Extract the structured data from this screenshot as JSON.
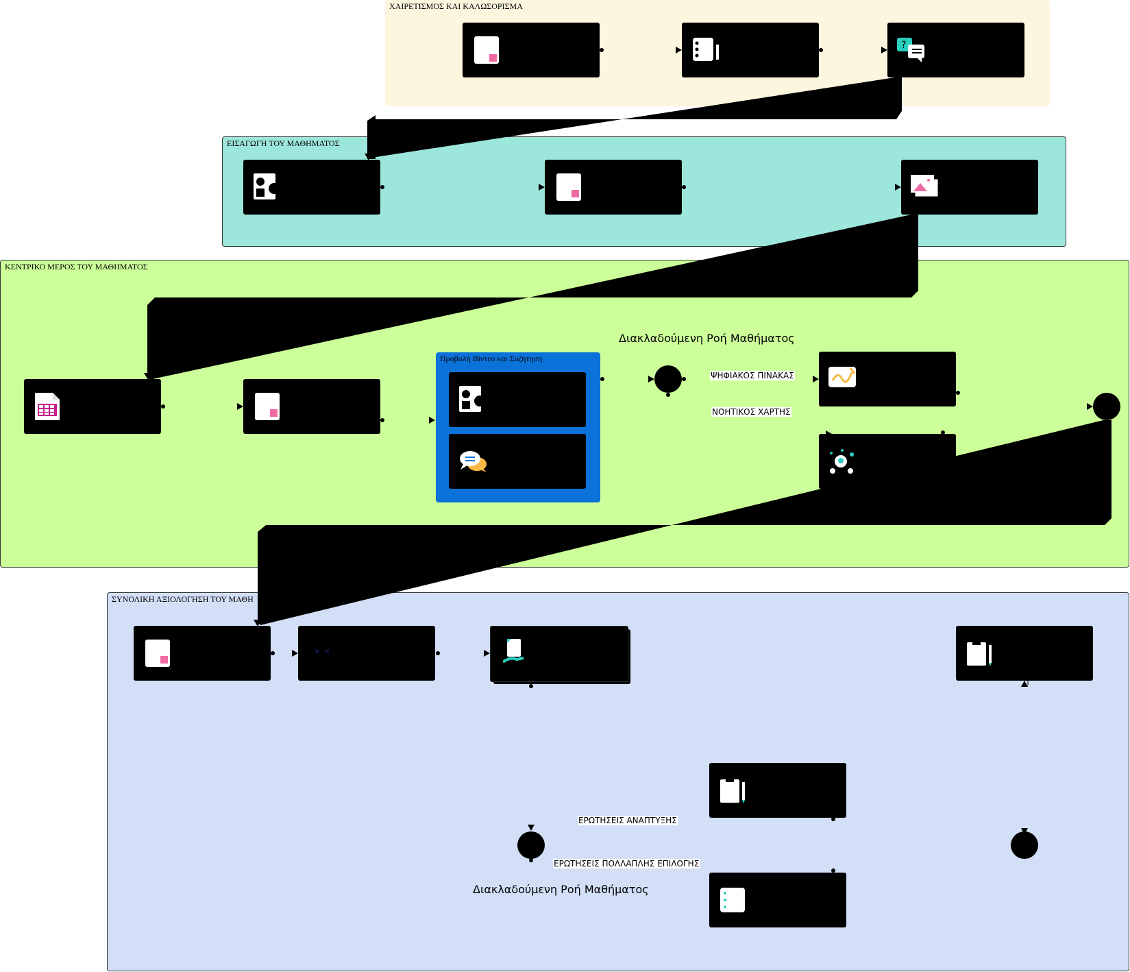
{
  "colors": {
    "lane_welcome": "#fdf6df",
    "lane_intro": "#9de6dc",
    "lane_main": "#ccff99",
    "lane_assessment": "#d2dff7",
    "group_video": "#0a72d8",
    "accent_pink": "#f06aa3",
    "accent_teal": "#2bcfc0",
    "accent_orange": "#f9b845"
  },
  "lanes": {
    "welcome": "ΧΑΙΡΕΤΙΣΜΟΣ ΚΑΙ ΚΑΛΩΣΟΡΙΣΜΑ",
    "intro": "ΕΙΣΑΓΩΓΗ ΤΟΥ ΜΑΘΗΜΑΤΟΣ",
    "main": "ΚΕΝΤΡΙΚΟ ΜΕΡΟΣ ΤΟΥ ΜΑΘΗΜΑΤΟΣ",
    "assessment": "ΣΥΝΟΛΙΚΗ ΑΞΙΟΛΟΓΗΣΗ ΤΟΥ ΜΑΘΗ"
  },
  "group": {
    "video_discussion": "Προβολή Βίντεο και Συζήτηση"
  },
  "branch_main": {
    "title": "Διακλαδούμενη Ροή Μαθήματος",
    "option_1": "ΨΗΦΙΑΚΟΣ ΠΙΝΑΚΑΣ",
    "option_2": "ΝΟΗΤΙΚΟΣ ΧΑΡΤΗΣ"
  },
  "branch_assessment": {
    "title": "Διακλαδούμενη Ροή Μαθήματος",
    "option_1": "ΕΡΩΤΗΣΕΙΣ ΑΝΑΠΤΥΞΗΣ",
    "option_2": "ΕΡΩΤΗΣΕΙΣ ΠΟΛΛΑΠΛΗΣ ΕΠΙΛΟΓΗΣ"
  },
  "icons": {
    "doc": "document-icon",
    "notebook": "notebook-icon",
    "qa": "question-chat-icon",
    "shapes": "shapes-icon",
    "images": "images-icon",
    "spreadsheet": "spreadsheet-icon",
    "chat": "chat-bubbles-icon",
    "whiteboard": "whiteboard-icon",
    "mindmap": "mindmap-icon",
    "code": "code-icon",
    "upload": "hand-document-icon",
    "clipboard": "clipboard-pencil-icon",
    "list": "list-icon"
  },
  "glyphs": {
    "code": "&gt; &lt;"
  }
}
